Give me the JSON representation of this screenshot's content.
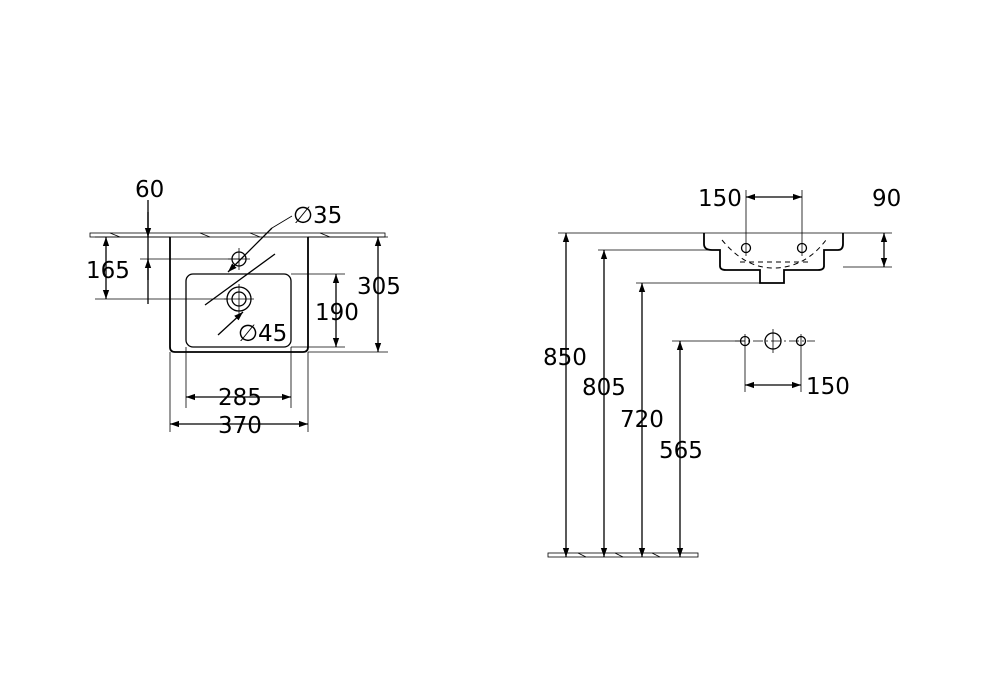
{
  "top_view": {
    "dim_60": "60",
    "dim_165": "165",
    "dim_190": "190",
    "dim_305": "305",
    "dim_285": "285",
    "dim_370": "370",
    "tap_hole_diameter": "∅35",
    "drain_diameter": "∅45"
  },
  "side_view": {
    "dim_150_top": "150",
    "dim_90": "90",
    "dim_850": "850",
    "dim_805": "805",
    "dim_720": "720",
    "dim_565": "565",
    "dim_150_bottom": "150"
  }
}
